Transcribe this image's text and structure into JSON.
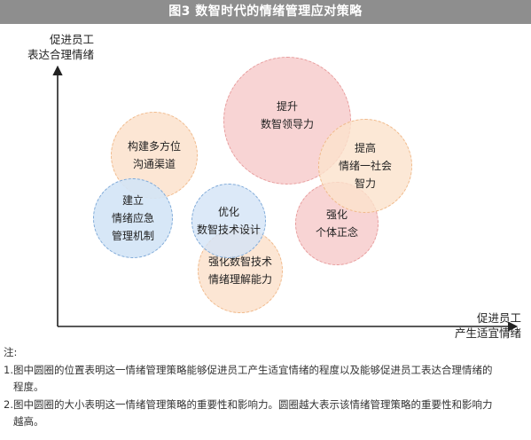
{
  "header": {
    "title": "图3  数智时代的情绪管理应对策略"
  },
  "axes": {
    "y_label": "促进员工\n表达合理情绪",
    "x_label": "促进员工\n产生适宜情绪"
  },
  "bubbles": [
    {
      "id": "communication",
      "text": "构建多方位\n沟通渠道",
      "fill": "#fbe2cc",
      "stroke": "#f0b98a"
    },
    {
      "id": "emergency",
      "text": "建立\n情绪应急\n管理机制",
      "fill": "#d3e4f6",
      "stroke": "#7ea9d8"
    },
    {
      "id": "design",
      "text": "优化\n数智技术设计",
      "fill": "#d3e4f6",
      "stroke": "#7ea9d8"
    },
    {
      "id": "leadership",
      "text": "提升\n数智领导力",
      "fill": "#f7cdcd",
      "stroke": "#e79b9b"
    },
    {
      "id": "community",
      "text": "提高\n情绪一社会\n智力",
      "fill": "#fbe2cc",
      "stroke": "#f0b98a"
    },
    {
      "id": "individual",
      "text": "强化\n个体正念",
      "fill": "#f7cdcd",
      "stroke": "#e79b9b"
    },
    {
      "id": "understanding",
      "text": "强化数智技术\n情绪理解能力",
      "fill": "#fbe2cc",
      "stroke": "#f0b98a"
    }
  ],
  "notes": {
    "heading": "注:",
    "n1_a": "1.图中圆圈的位置表明这一情绪管理策略能够促进员工产生适宜情绪的程度以及能够促进员工表达合理情绪的",
    "n1_b": "程度。",
    "n2_a": "2.图中圆圈的大小表明这一情绪管理策略的重要性和影响力。圆圈越大表示该情绪管理策略的重要性和影响力",
    "n2_b": "越高。"
  }
}
